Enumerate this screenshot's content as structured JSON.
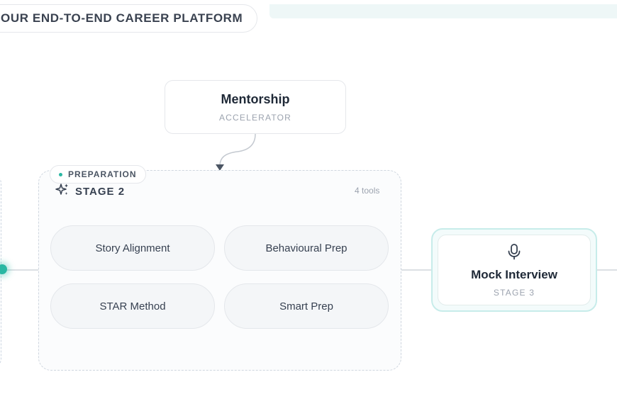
{
  "header": {
    "title": "OUR END-TO-END CAREER PLATFORM"
  },
  "accelerator": {
    "title": "Mentorship",
    "subtitle": "ACCELERATOR"
  },
  "stage2": {
    "badge": "PREPARATION",
    "label": "STAGE 2",
    "tools_count": "4 tools",
    "tools": [
      {
        "label": "Story Alignment"
      },
      {
        "label": "Behavioural Prep"
      },
      {
        "label": "STAR Method"
      },
      {
        "label": "Smart Prep"
      }
    ]
  },
  "stage3": {
    "title": "Mock Interview",
    "subtitle": "STAGE 3",
    "icon": "microphone-icon"
  },
  "colors": {
    "accent": "#2ab7a3",
    "stage3_border": "#c7ecea",
    "dashed_border": "#cfd6df"
  }
}
